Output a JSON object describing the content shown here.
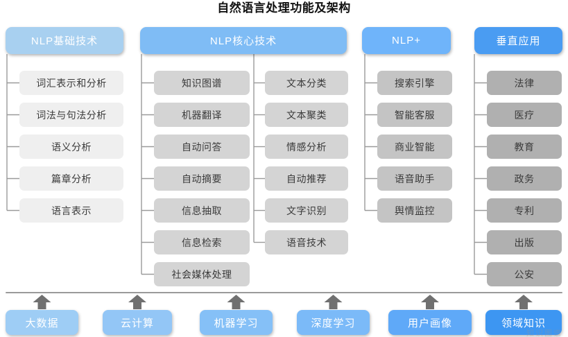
{
  "title": "自然语言处理功能及架构",
  "colors": {
    "header_nlp_basic": "#a8d0f0",
    "header_nlp_core": "#7fbcf5",
    "header_nlp_plus": "#6fb4fa",
    "header_vertical": "#4a9cf2",
    "item_light": "#efefef",
    "item_mid": "#d4d4d4",
    "item_dark": "#b0b0b0",
    "connector": "#9a9a9a",
    "divider": "#9a9a9a",
    "arrow": "#707070",
    "title_text": "#111111",
    "item_text": "#3a3a3a",
    "header_text": "#ffffff"
  },
  "sections": [
    {
      "id": "nlp-basic",
      "header": "NLP基础技术",
      "header_color": "#a8d0f0",
      "item_color": "#efefef",
      "columns": [
        {
          "items": [
            "词汇表示和分析",
            "词法与句法分析",
            "语义分析",
            "篇章分析",
            "语言表示"
          ]
        }
      ]
    },
    {
      "id": "nlp-core",
      "header": "NLP核心技术",
      "header_color": "#7fbcf5",
      "item_color": "#d4d4d4",
      "columns": [
        {
          "items": [
            "知识图谱",
            "机器翻译",
            "自动问答",
            "自动摘要",
            "信息抽取",
            "信息检索",
            "社会媒体处理"
          ]
        },
        {
          "items": [
            "文本分类",
            "文本聚类",
            "情感分析",
            "自动推荐",
            "文字识别",
            "语音技术"
          ]
        }
      ]
    },
    {
      "id": "nlp-plus",
      "header": "NLP+",
      "header_color": "#6fb4fa",
      "item_color": "#c4c4c4",
      "columns": [
        {
          "items": [
            "搜索引擎",
            "智能客服",
            "商业智能",
            "语音助手",
            "舆情监控"
          ]
        }
      ]
    },
    {
      "id": "vertical-app",
      "header": "垂直应用",
      "header_color": "#4a9cf2",
      "item_color": "#b0b0b0",
      "columns": [
        {
          "items": [
            "法律",
            "医疗",
            "教育",
            "政务",
            "专利",
            "出版",
            "公安"
          ]
        }
      ]
    }
  ],
  "foundation": {
    "items": [
      {
        "label": "大数据",
        "color": "#9ecdf5"
      },
      {
        "label": "云计算",
        "color": "#93c6f6"
      },
      {
        "label": "机器学习",
        "color": "#85c0f7"
      },
      {
        "label": "深度学习",
        "color": "#7bbaf8"
      },
      {
        "label": "用户画像",
        "color": "#5fa9f8"
      },
      {
        "label": "领域知识",
        "color": "#3d96f2"
      }
    ]
  },
  "watermark": "知识图谱"
}
